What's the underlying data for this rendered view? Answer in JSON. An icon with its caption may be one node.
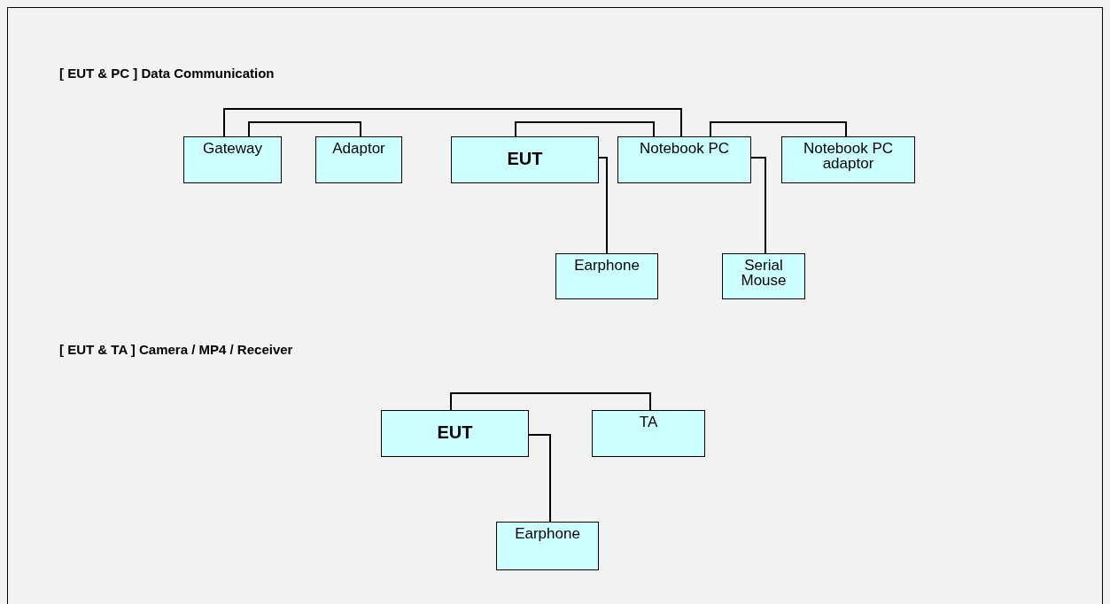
{
  "diagram": {
    "nodes": [
      {
        "text": [
          "Gateway"
        ]
      },
      {
        "text": [
          "Adaptor"
        ]
      },
      {
        "text": [
          "EUT"
        ]
      },
      {
        "text": [
          "Notebook PC"
        ]
      },
      {
        "text": [
          "Notebook PC adaptor"
        ]
      },
      {
        "text": [
          "Earphone"
        ]
      },
      {
        "text": [
          "Serial Mouse"
        ]
      },
      {
        "text": [
          "EUT"
        ]
      },
      {
        "text": [
          "TA"
        ]
      },
      {
        "text": [
          "Earphone"
        ]
      }
    ],
    "edges": [
      {
        "from": 0,
        "to": 3,
        "arrow": "none"
      },
      {
        "from": 0,
        "to": 1,
        "arrow": "none"
      },
      {
        "from": 2,
        "to": 3,
        "arrow": "none"
      },
      {
        "from": 3,
        "to": 4,
        "arrow": "none"
      },
      {
        "from": 2,
        "to": 5,
        "arrow": "none"
      },
      {
        "from": 3,
        "to": 6,
        "arrow": "none"
      },
      {
        "from": 7,
        "to": 8,
        "arrow": "none"
      },
      {
        "from": 7,
        "to": 9,
        "arrow": "none"
      }
    ],
    "labels": [
      "[ EUT & PC ] Data Communication",
      "[ EUT & TA ] Camera / MP4 / Receiver"
    ]
  }
}
